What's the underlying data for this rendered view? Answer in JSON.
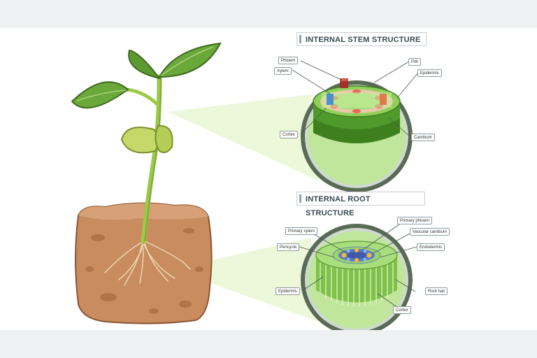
{
  "stem": {
    "title": "INTERNAL STEM STRUCTURE",
    "labels": {
      "phloem": "Phloem",
      "xylem": "Xylem",
      "pith": "Pith",
      "epidermis": "Epidermis",
      "cortex": "Cortex",
      "cambium": "Cambium"
    }
  },
  "root": {
    "title": "INTERNAL ROOT STRUCTURE",
    "labels": {
      "primary_xylem": "Primary xylem",
      "primary_phloem": "Primary phloem",
      "vascular_cambium": "Vascular cambium",
      "pericycle": "Pericycle",
      "endodermis": "Endodermis",
      "epidermis": "Epidermis",
      "root_hair": "Root hair",
      "cortex": "Cortex"
    }
  },
  "colors": {
    "leaf": "#6aa83a",
    "stem": "#9cc94a",
    "soil": "#c98c5e",
    "circle_rim": "#5a6b55",
    "inner_green": "#8fd05a"
  }
}
